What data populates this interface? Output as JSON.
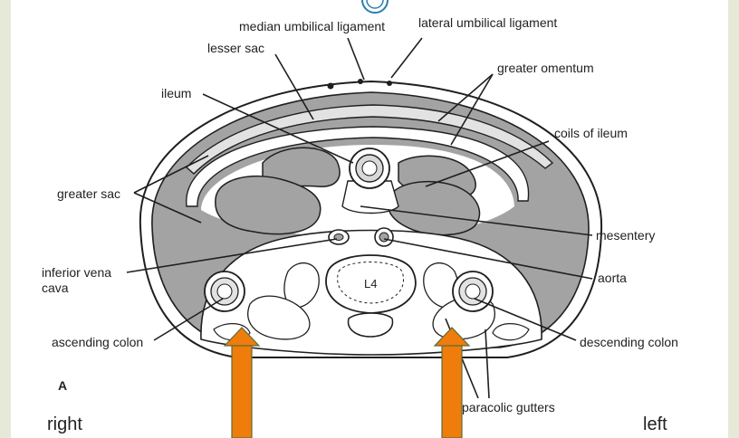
{
  "labels": {
    "median_umbilical_ligament": "median umbilical ligament",
    "lateral_umbilical_ligament": "lateral umbilical ligament",
    "lesser_sac": "lesser sac",
    "greater_omentum": "greater omentum",
    "ileum": "ileum",
    "coils_of_ileum": "coils of ileum",
    "greater_sac": "greater sac",
    "mesentery": "mesentery",
    "inferior_vena_cava_1": "inferior vena",
    "inferior_vena_cava_2": "cava",
    "aorta": "aorta",
    "l4": "L4",
    "ascending_colon": "ascending colon",
    "descending_colon": "descending colon",
    "panel_letter": "A",
    "paracolic_gutters": "paracolic gutters",
    "right": "right",
    "left": "left"
  },
  "colors": {
    "cavity_gray": "#a3a3a3",
    "light_band": "#e2e2e2",
    "arrow_orange": "#ee7d0c",
    "arrow_outline": "#5f6a3a",
    "line": "#1f1f1f"
  }
}
